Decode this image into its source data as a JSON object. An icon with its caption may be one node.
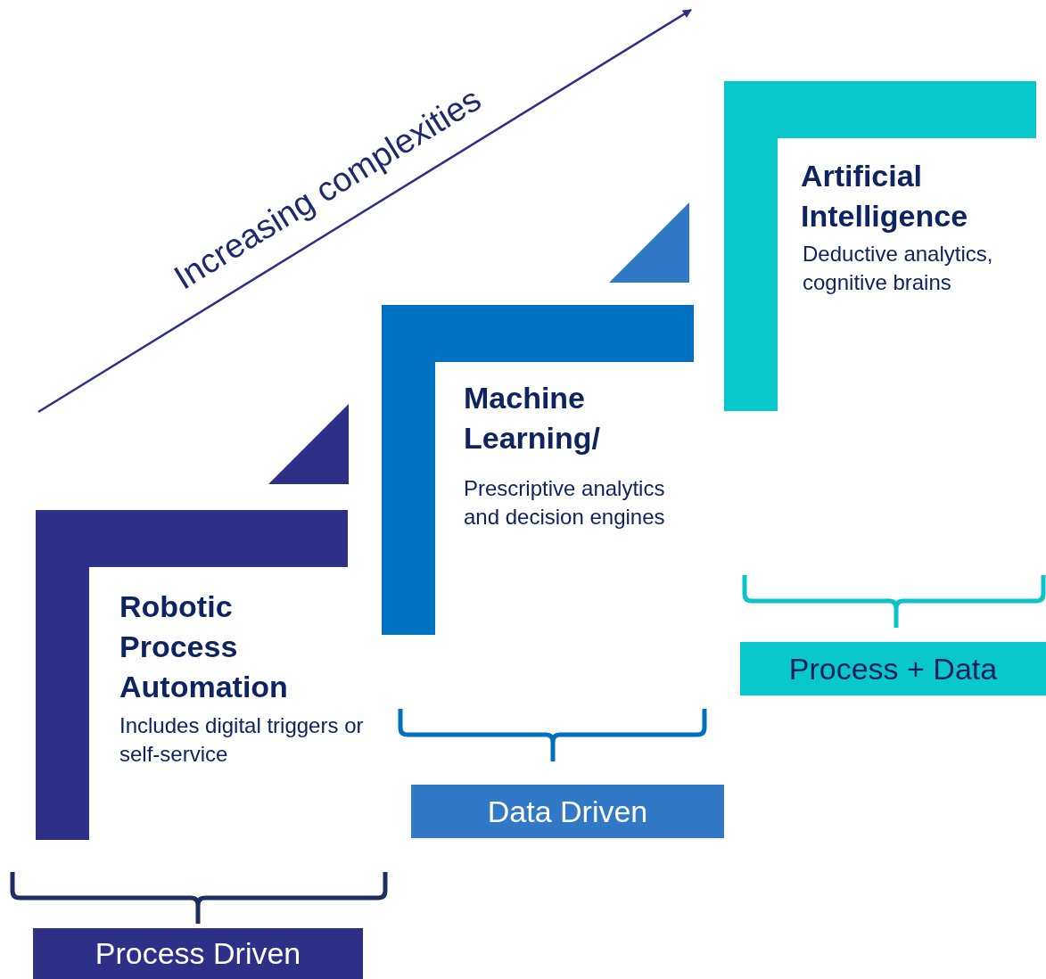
{
  "diagram": {
    "nodes": [
      {
        "text": [
          "Robotic Process Automation",
          "Includes digital triggers or self-service"
        ]
      },
      {
        "text": [
          "Machine Learning/",
          "Prescriptive analytics and decision engines"
        ]
      },
      {
        "text": [
          "Artificial Intelligence",
          "Deductive analytics, cognitive brains"
        ]
      },
      {
        "text": [
          "Process Driven"
        ]
      },
      {
        "text": [
          "Data Driven"
        ]
      },
      {
        "text": [
          "Process + Data"
        ]
      },
      {
        "text": [],
        "shape": "triangle"
      },
      {
        "text": [],
        "shape": "triangle"
      }
    ],
    "labels": [
      "Increasing complexities"
    ]
  }
}
